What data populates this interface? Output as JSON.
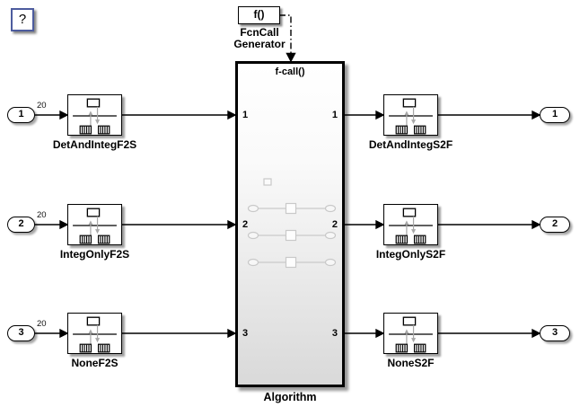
{
  "help_button": {
    "label": "?"
  },
  "fcn_call_generator": {
    "block_text": "f()",
    "label_lines": [
      "FcnCall",
      "Generator"
    ]
  },
  "algorithm": {
    "trigger_label": "f-call()",
    "name": "Algorithm",
    "left_ports": [
      "1",
      "2",
      "3"
    ],
    "right_ports": [
      "1",
      "2",
      "3"
    ]
  },
  "rows": [
    {
      "inport": "1",
      "signal_width": "20",
      "left_block": "DetAndIntegF2S",
      "right_block": "DetAndIntegS2F",
      "outport": "1"
    },
    {
      "inport": "2",
      "signal_width": "20",
      "left_block": "IntegOnlyF2S",
      "right_block": "IntegOnlyS2F",
      "outport": "2"
    },
    {
      "inport": "3",
      "signal_width": "20",
      "left_block": "NoneF2S",
      "right_block": "NoneS2F",
      "outport": "3"
    }
  ],
  "colors": {
    "background": "#ffffff",
    "wire": "#000000",
    "help_border": "#4d5c9e",
    "icon_gray": "#a8a8a8",
    "preview_gray": "#c9c9c9"
  }
}
